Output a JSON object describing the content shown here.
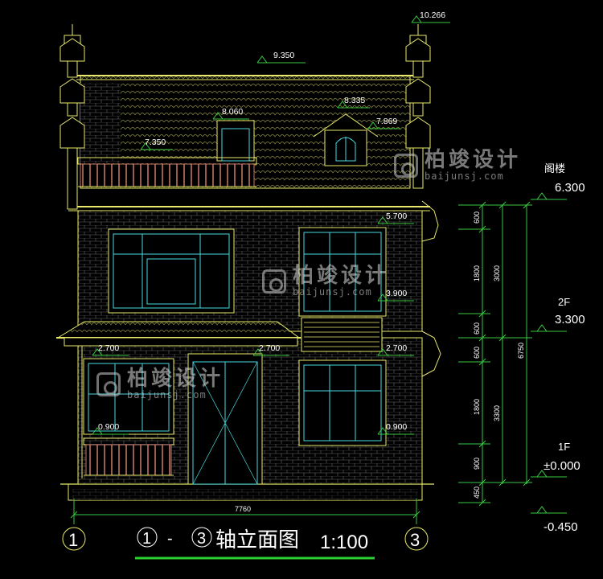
{
  "drawing": {
    "title_axis_start": "1",
    "title_dash": "-",
    "title_axis_end": "3",
    "title_text": "轴立面图",
    "scale": "1:100",
    "axis_left": "1",
    "axis_right": "3",
    "overall_width": "7760"
  },
  "elevation_marks": {
    "ridge_top": "10.266",
    "roof": "9.350",
    "dormer_top": "8.335",
    "dormer_eave": "7.869",
    "upper_window": "8.060",
    "balcony": "7.350",
    "second_eave": "5.700",
    "second_mid": "3.900",
    "first_left": "2.700",
    "first_door": "2.700",
    "first_right": "2.700",
    "sill_left": "0.900",
    "sill_right": "0.900"
  },
  "floor_levels": [
    {
      "name": "阁楼",
      "level": "6.300"
    },
    {
      "name": "2F",
      "level": "3.300"
    },
    {
      "name": "1F",
      "level": "±0.000"
    },
    {
      "name": "",
      "level": "-0.450"
    }
  ],
  "dimensions": {
    "segments": [
      "600",
      "1800",
      "600",
      "600",
      "1800",
      "900",
      "450"
    ],
    "floor_heights": [
      "3000",
      "3300"
    ],
    "total": "6750"
  },
  "watermark": {
    "brand": "柏竣设计",
    "url": "baijunsj.com"
  },
  "colors": {
    "line": "#e8e86a",
    "dim": "#3ac840",
    "window": "#48d8e0",
    "balcony": "#c87a6a",
    "title_underline": "#2ad030"
  }
}
